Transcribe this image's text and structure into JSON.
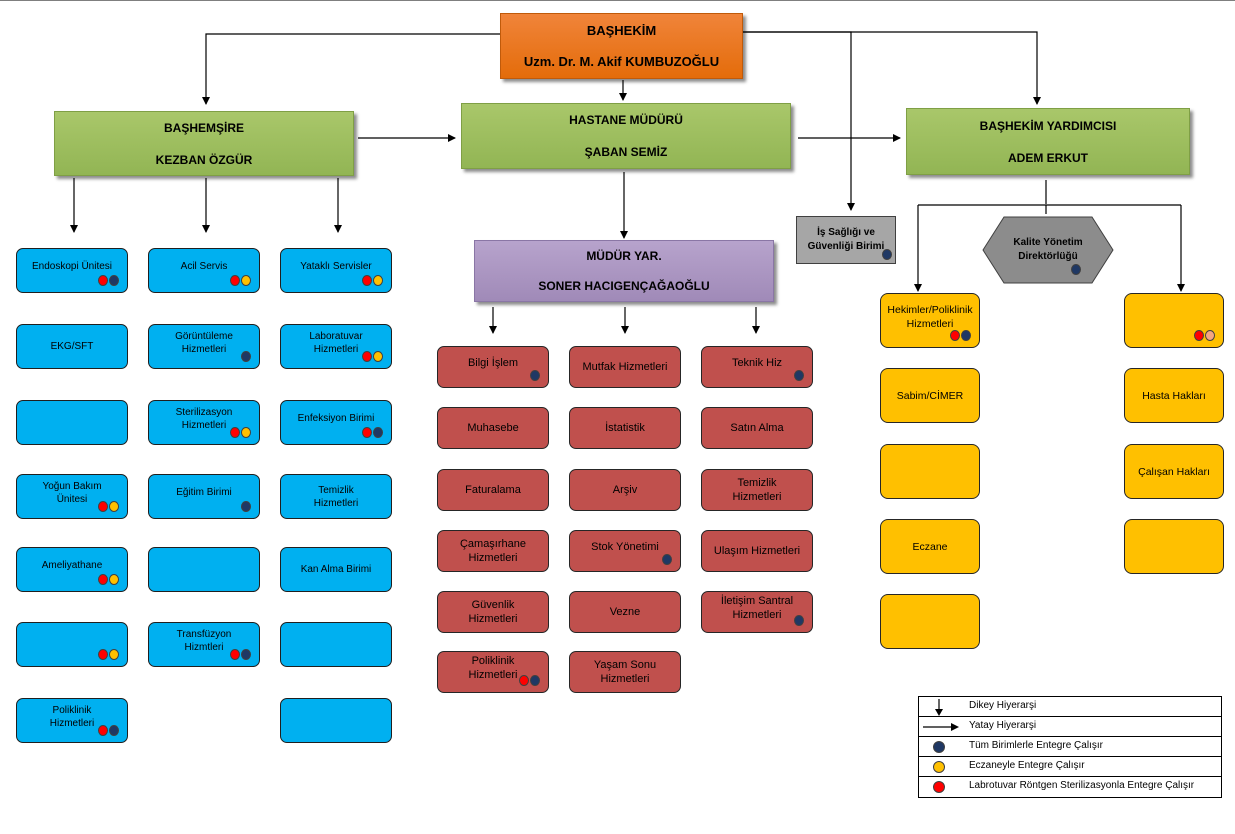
{
  "head": {
    "title": "BAŞHEKİM",
    "name": "Uzm. Dr. M. Akif KUMBUZOĞLU"
  },
  "managers": {
    "nurse": {
      "title": "BAŞHEMŞİRE",
      "name": "KEZBAN ÖZGÜR"
    },
    "hospital": {
      "title": "HASTANE MÜDÜRÜ",
      "name": "ŞABAN SEMİZ"
    },
    "deputy_head": {
      "title": "BAŞHEKİM YARDIMCISI",
      "name": "ADEM ERKUT"
    },
    "assistant": {
      "title": "MÜDÜR YAR.",
      "name": "SONER HACIGENÇAĞAOĞLU"
    }
  },
  "safety_unit": {
    "label": "İş Sağlığı ve\nGüvenliği Birimi"
  },
  "quality_unit": {
    "label": "Kalite Yönetim\nDirektörlüğü"
  },
  "nurse_columns": [
    [
      {
        "label": "Endoskopi Ünitesi",
        "dots": [
          "red",
          "navy"
        ]
      },
      {
        "label": "EKG/SFT",
        "dots": []
      },
      {
        "label": "",
        "dots": []
      },
      {
        "label": "Yoğun Bakım\nÜnitesi",
        "dots": [
          "red",
          "yellow"
        ]
      },
      {
        "label": "Ameliyathane",
        "dots": [
          "red",
          "yellow"
        ]
      },
      {
        "label": "",
        "dots": [
          "red",
          "yellow"
        ]
      },
      {
        "label": "Poliklinik\nHizmetleri",
        "dots": [
          "red",
          "navy"
        ]
      }
    ],
    [
      {
        "label": "Acil Servis",
        "dots": [
          "red",
          "yellow"
        ]
      },
      {
        "label": "Görüntüleme\nHizmetleri",
        "dots": [
          "navy"
        ]
      },
      {
        "label": "Sterilizasyon\nHizmetleri",
        "dots": [
          "red",
          "yellow"
        ]
      },
      {
        "label": "Eğitim Birimi",
        "dots": [
          "navy"
        ]
      },
      {
        "label": "",
        "dots": []
      },
      {
        "label": "Transfüzyon\nHizmtleri",
        "dots": [
          "red",
          "navy"
        ]
      }
    ],
    [
      {
        "label": "Yataklı Servisler",
        "dots": [
          "red",
          "yellow"
        ]
      },
      {
        "label": "Laboratuvar\nHizmetleri",
        "dots": [
          "red",
          "yellow"
        ]
      },
      {
        "label": "Enfeksiyon Birimi",
        "dots": [
          "red",
          "navy"
        ]
      },
      {
        "label": "Temizlik\nHizmetleri",
        "dots": []
      },
      {
        "label": "Kan Alma Birimi",
        "dots": []
      },
      {
        "label": "",
        "dots": []
      },
      {
        "label": "",
        "dots": []
      }
    ]
  ],
  "assistant_columns": [
    [
      {
        "label": "Bilgi İşlem",
        "dots": [
          "navy"
        ]
      },
      {
        "label": "Muhasebe",
        "dots": []
      },
      {
        "label": "Faturalama",
        "dots": []
      },
      {
        "label": "Çamaşırhane\nHizmetleri",
        "dots": []
      },
      {
        "label": "Güvenlik\nHizmetleri",
        "dots": []
      },
      {
        "label": "Poliklinik\nHizmetleri",
        "dots": [
          "red",
          "navy"
        ]
      }
    ],
    [
      {
        "label": "Mutfak Hizmetleri",
        "dots": []
      },
      {
        "label": "İstatistik",
        "dots": []
      },
      {
        "label": "Arşiv",
        "dots": []
      },
      {
        "label": "Stok Yönetimi",
        "dots": [
          "navy"
        ]
      },
      {
        "label": "Vezne",
        "dots": []
      },
      {
        "label": "Yaşam Sonu\nHizmetleri",
        "dots": []
      }
    ],
    [
      {
        "label": "Teknik Hiz",
        "dots": [
          "navy"
        ]
      },
      {
        "label": "Satın Alma",
        "dots": []
      },
      {
        "label": "Temizlik\nHizmetleri",
        "dots": []
      },
      {
        "label": "Ulaşım Hizmetleri",
        "dots": []
      },
      {
        "label": "İletişim Santral\nHizmetleri",
        "dots": [
          "navy"
        ]
      }
    ]
  ],
  "deputy_columns": [
    [
      {
        "label": "Hekimler/Poliklinik\nHizmetleri",
        "dots": [
          "red",
          "navy"
        ]
      },
      {
        "label": "Sabim/CİMER",
        "dots": []
      },
      {
        "label": "",
        "dots": []
      },
      {
        "label": "Eczane",
        "dots": []
      },
      {
        "label": "",
        "dots": []
      }
    ],
    [
      {
        "label": "",
        "dots": [
          "red",
          "salmon"
        ]
      },
      {
        "label": "Hasta Hakları",
        "dots": []
      },
      {
        "label": "Çalışan Hakları",
        "dots": []
      },
      {
        "label": "",
        "dots": []
      }
    ]
  ],
  "legend": [
    {
      "symbol": "down-arrow",
      "label": "Dikey Hiyerarşi"
    },
    {
      "symbol": "right-arrow",
      "label": "Yatay Hiyerarşi"
    },
    {
      "symbol": "navy",
      "label": "Tüm Birimlerle Entegre Çalışır"
    },
    {
      "symbol": "yellow",
      "label": "Eczaneyle Entegre Çalışır"
    },
    {
      "symbol": "red",
      "label": "Labrotuvar Röntgen Sterilizasyonla Entegre Çalışır"
    }
  ],
  "colors": {
    "red": "#ff0000",
    "yellow": "#ffc000",
    "navy": "#1f3864",
    "salmon": "#f4a582"
  }
}
